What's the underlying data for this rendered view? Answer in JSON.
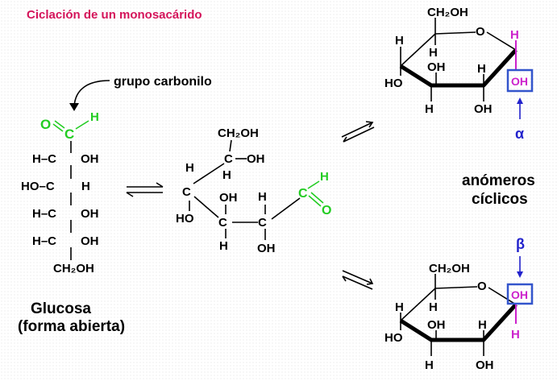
{
  "title": "Ciclación de un monosacárido",
  "labels": {
    "carbonyl_group": "grupo carbonilo",
    "glucose": "Glucosa",
    "open_form": "(forma abierta)",
    "anomers_line1": "anómeros",
    "anomers_line2": "cíclicos",
    "alpha": "α",
    "beta": "β"
  },
  "atoms": {
    "O": "O",
    "H": "H",
    "C": "C",
    "OH": "OH",
    "HO": "HO",
    "CH2OH": "CH₂OH",
    "H_C": "H–C",
    "C_OH": "C–OH",
    "HO_C": "HO–C",
    "C_H": "C–H"
  },
  "colors": {
    "title": "#d4145a",
    "carbonyl": "#22cc22",
    "anomeric_h": "#cc22cc",
    "box": "#3355cc",
    "greek": "#2222cc"
  }
}
